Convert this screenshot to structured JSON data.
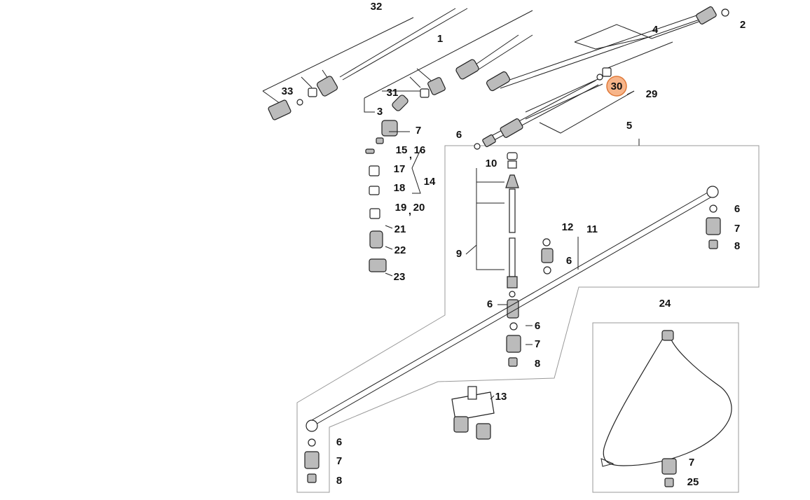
{
  "diagram": {
    "highlight_color": "#f7b58a",
    "highlight_stroke": "#e07a3a",
    "callouts": [
      "32",
      "1",
      "4",
      "2",
      "33",
      "31",
      "3",
      "30",
      "29",
      "7",
      "6",
      "5",
      "15",
      "16",
      "17",
      "14",
      "18",
      "19",
      "20",
      "21",
      "22",
      "23",
      "10",
      "9",
      "12",
      "11",
      "6",
      "6",
      "7",
      "8",
      "6",
      "6",
      "7",
      "8",
      "24",
      "13",
      "6",
      "7",
      "8",
      "7",
      "25"
    ],
    "highlighted": "30"
  }
}
